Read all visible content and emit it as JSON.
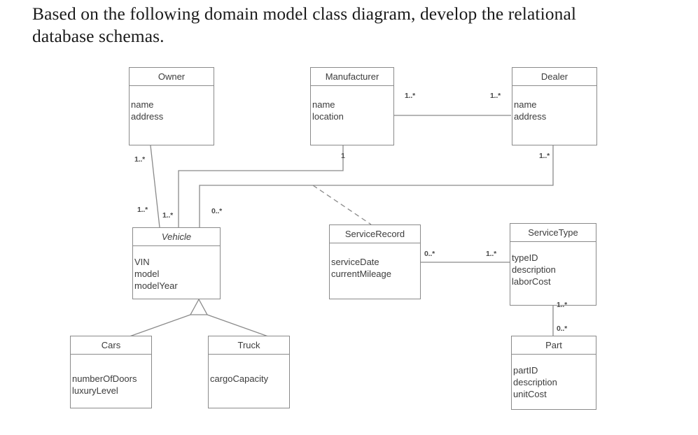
{
  "prompt": {
    "text": "Based on the following domain model class diagram, develop the relational database schemas."
  },
  "diagram": {
    "type": "uml-class-diagram",
    "classes": [
      {
        "id": "owner",
        "name": "Owner",
        "abstract": false,
        "attributes": [
          "name",
          "address"
        ]
      },
      {
        "id": "manufacturer",
        "name": "Manufacturer",
        "abstract": false,
        "attributes": [
          "name",
          "location"
        ]
      },
      {
        "id": "dealer",
        "name": "Dealer",
        "abstract": false,
        "attributes": [
          "name",
          "address"
        ]
      },
      {
        "id": "vehicle",
        "name": "Vehicle",
        "abstract": true,
        "attributes": [
          "VIN",
          "model",
          "modelYear"
        ]
      },
      {
        "id": "servicerecord",
        "name": "ServiceRecord",
        "abstract": false,
        "attributes": [
          "serviceDate",
          "currentMileage"
        ]
      },
      {
        "id": "servicetype",
        "name": "ServiceType",
        "abstract": false,
        "attributes": [
          "typeID",
          "description",
          "laborCost"
        ]
      },
      {
        "id": "cars",
        "name": "Cars",
        "abstract": false,
        "attributes": [
          "numberOfDoors",
          "luxuryLevel"
        ]
      },
      {
        "id": "truck",
        "name": "Truck",
        "abstract": false,
        "attributes": [
          "cargoCapacity"
        ]
      },
      {
        "id": "part",
        "name": "Part",
        "abstract": false,
        "attributes": [
          "partID",
          "description",
          "unitCost"
        ]
      }
    ],
    "multiplicities": [
      {
        "id": "m-manufacturer-dealer-left",
        "label": "1..*"
      },
      {
        "id": "m-manufacturer-dealer-right",
        "label": "1..*"
      },
      {
        "id": "m-owner-vehicle-top",
        "label": "1..*"
      },
      {
        "id": "m-manufacturer-vehicle-top",
        "label": "1"
      },
      {
        "id": "m-dealer-vehicle-top",
        "label": "1..*"
      },
      {
        "id": "m-owner-vehicle-bottom",
        "label": "1..*"
      },
      {
        "id": "m-manufacturer-vehicle-bottom",
        "label": "1..*"
      },
      {
        "id": "m-dealer-vehicle-bottom",
        "label": "0..*"
      },
      {
        "id": "m-servicerecord-servicetype",
        "label": "0..*"
      },
      {
        "id": "m-servicetype-servicerecord",
        "label": "1..*"
      },
      {
        "id": "m-servicetype-part-top",
        "label": "1..*"
      },
      {
        "id": "m-servicetype-part-bottom",
        "label": "0..*"
      }
    ],
    "colors": {
      "line": "#8a8a8a",
      "text": "#3c3c3c",
      "background": "#ffffff"
    }
  }
}
